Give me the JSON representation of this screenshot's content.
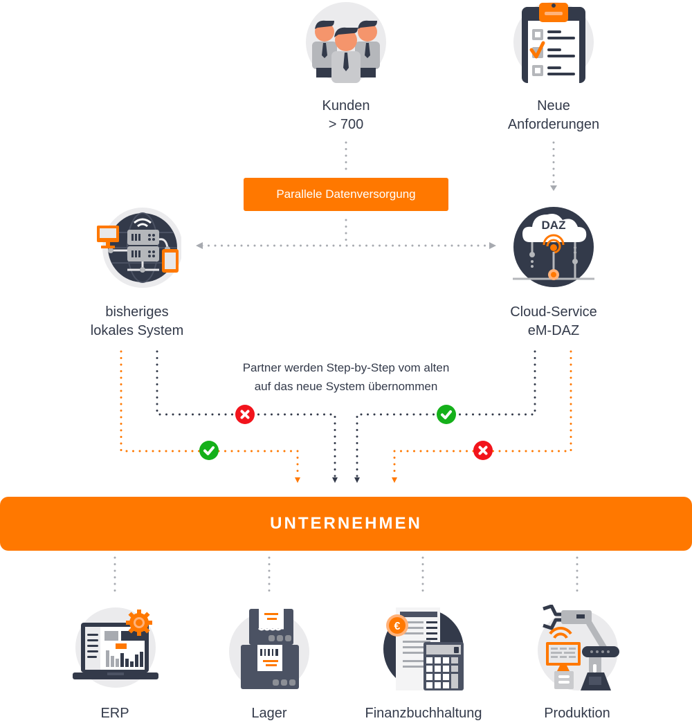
{
  "colors": {
    "accent": "#ff7800",
    "dark": "#333a4a",
    "gray_line": "#a7aab0",
    "success": "#15b01a",
    "error": "#f2141c",
    "icon_bg": "#ebebed"
  },
  "top_nodes": [
    {
      "id": "kunden",
      "icon": "customers-icon",
      "line1": "Kunden",
      "line2": "> 700"
    },
    {
      "id": "anforderungen",
      "icon": "clipboard-checklist-icon",
      "line1": "Neue",
      "line2": "Anforderungen"
    }
  ],
  "parallel_label": "Parallele Datenversorgung",
  "systems": [
    {
      "id": "legacy",
      "icon": "server-network-icon",
      "line1": "bisheriges",
      "line2": "lokales System"
    },
    {
      "id": "cloud",
      "icon": "cloud-daz-icon",
      "line1": "Cloud-Service",
      "line2": "eM-DAZ",
      "icon_text": "DAZ"
    }
  ],
  "migration_note": {
    "line1": "Partner werden Step-by-Step vom alten",
    "line2": "auf das neue System übernommen"
  },
  "flows": [
    {
      "from": "legacy",
      "line": "dark",
      "status": "blocked"
    },
    {
      "from": "legacy",
      "line": "orange",
      "status": "ok"
    },
    {
      "from": "cloud",
      "line": "dark",
      "status": "ok"
    },
    {
      "from": "cloud",
      "line": "orange",
      "status": "blocked"
    }
  ],
  "company_label": "UNTERNEHMEN",
  "departments": [
    {
      "id": "erp",
      "icon": "laptop-gear-icon",
      "label": "ERP"
    },
    {
      "id": "lager",
      "icon": "boxes-icon",
      "label": "Lager"
    },
    {
      "id": "fibu",
      "icon": "calculator-invoice-icon",
      "label": "Finanzbuchhaltung",
      "icon_text": "€"
    },
    {
      "id": "produktion",
      "icon": "robot-arm-icon",
      "label": "Produktion"
    }
  ]
}
